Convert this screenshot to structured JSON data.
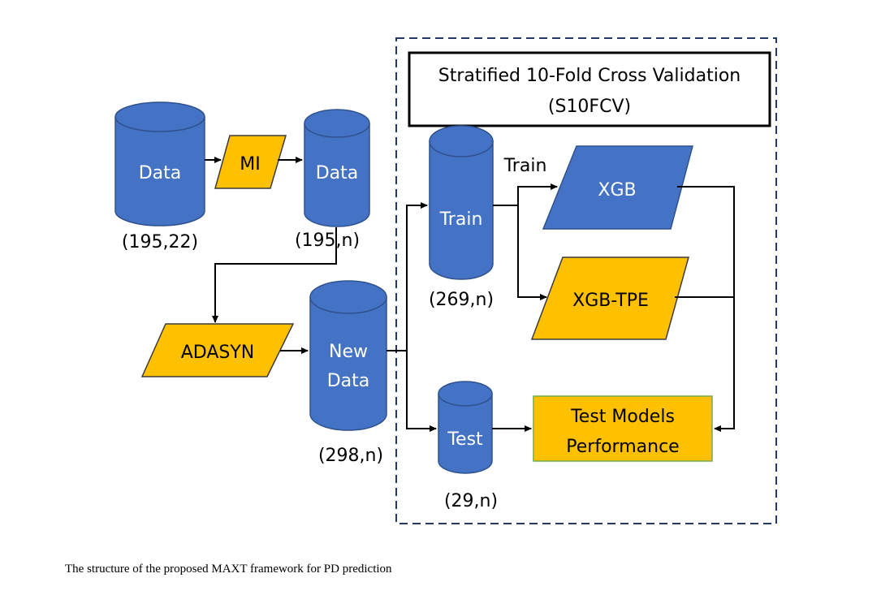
{
  "colors": {
    "db_fill": "#4472c4",
    "db_stroke": "#2f528f",
    "process_fill": "#ffc000",
    "process_stroke": "#3b3b3b",
    "box_stroke": "#000000",
    "dashed_border": "#1f3864",
    "perf_stroke": "#70ad47"
  },
  "nodes": {
    "data_raw": {
      "label": "Data",
      "shape": "#195,22"
    },
    "mi": {
      "label": "MI"
    },
    "data_selected": {
      "label": "Data",
      "shape": "(195,n)"
    },
    "adasyn": {
      "label": "ADASYN"
    },
    "new_data": {
      "label_line1": "New",
      "label_line2": "Data",
      "shape": "(298,n)"
    },
    "train": {
      "label": "Train",
      "shape": "(269,n)"
    },
    "test": {
      "label": "Test",
      "shape": "(29,n)"
    },
    "xgb": {
      "label": "XGB"
    },
    "xgb_tpe": {
      "label": "XGB-TPE"
    },
    "perf": {
      "label_line1": "Test Models",
      "label_line2": "Performance"
    }
  },
  "cv_box": {
    "title_line1": "Stratified 10-Fold Cross Validation",
    "title_line2": "(S10FCV)"
  },
  "edge_labels": {
    "train": "Train"
  },
  "shapes": {
    "data_raw": "(195,22)"
  },
  "caption": "The structure of the proposed MAXT framework for PD prediction"
}
